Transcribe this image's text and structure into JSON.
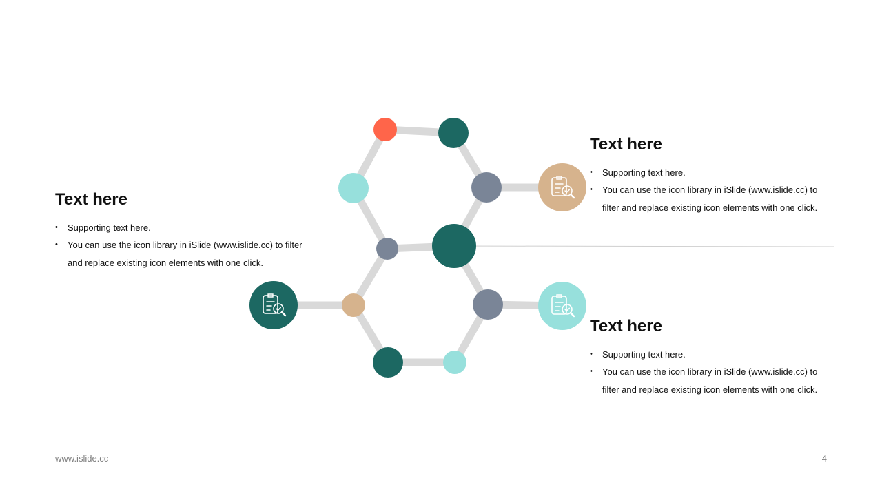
{
  "colors": {
    "dark_teal": "#1c6862",
    "light_teal": "#97e0dc",
    "slate": "#7a8597",
    "tan": "#d6b38d",
    "orange": "#ff654a",
    "connector": "#d9d9d9",
    "rule": "#a6a6a6"
  },
  "blocks": {
    "left": {
      "title": "Text here",
      "bullets": [
        "Supporting text here.",
        "You can use the icon library in iSlide  (www.islide.cc) to filter and replace existing icon elements with one click."
      ]
    },
    "top_right": {
      "title": "Text here",
      "bullets": [
        "Supporting text here.",
        "You can use the icon library in iSlide  (www.islide.cc) to filter and replace existing icon elements with one click."
      ]
    },
    "bottom_right": {
      "title": "Text here",
      "bullets": [
        "Supporting text here.",
        "You can use the icon library in iSlide  (www.islide.cc) to filter and replace existing icon elements with one click."
      ]
    }
  },
  "icons": {
    "left": "document-search-icon",
    "top_right": "document-search-icon",
    "bottom_right": "document-search-icon"
  },
  "footer": {
    "url": "www.islide.cc",
    "page_number": "4"
  }
}
